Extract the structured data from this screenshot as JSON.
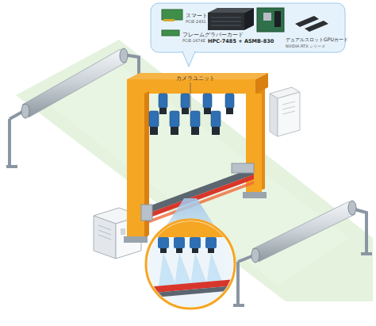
{
  "diagram": {
    "nodes": [
      {
        "text": [
          "スマートNICカード",
          "PCIE-2431",
          "フレームグラバーカード",
          "PCIE-1674E",
          "HPC-7485 + ASMB-830",
          "デュアルスロットGPUカード",
          "NVIDIA RTX シリーズ"
        ]
      }
    ],
    "labels": [
      "カメラユニット"
    ]
  }
}
